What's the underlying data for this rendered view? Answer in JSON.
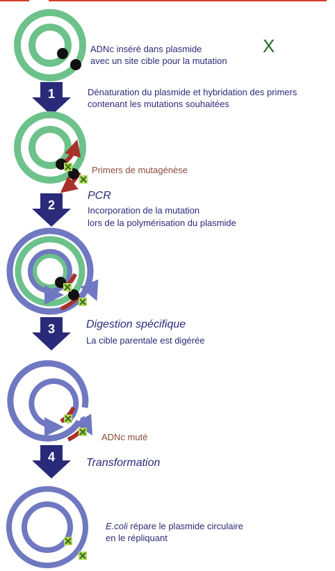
{
  "header_fragment": "...",
  "marker_big_x": "X",
  "steps": [
    {
      "number": "1",
      "title": "",
      "lines": [
        "Dénaturation du plasmide et hybridation des primers",
        "contenant les mutations souhaitées"
      ]
    },
    {
      "number": "2",
      "title": "PCR",
      "lines": [
        "Incorporation de la mutation",
        "lors  de la polymérisation du plasmide"
      ]
    },
    {
      "number": "3",
      "title": "Digestion spécifique",
      "lines": [
        "La cible parentale est digérée"
      ]
    },
    {
      "number": "4",
      "title": "Transformation",
      "lines": []
    }
  ],
  "captions": {
    "initial_line1": "ADNc  inséré  dans plasmide",
    "initial_line2": "avec un site cible pour la mutation",
    "primers": "Primers de mutagénèse",
    "mutated": "ADNc muté",
    "ecoli_italic": "E.coli",
    "ecoli_rest": " répare le plasmide circulaire",
    "ecoli_line2": "en le répliquant"
  },
  "colors": {
    "green_plasmid": "#6cc28a",
    "blue_plasmid": "#6f78c0",
    "primer_red": "#a8322b",
    "arrow_navy": "#2a2a7a",
    "mutation_x_fill": "#b8d85a",
    "mutation_x_stroke": "#2f6b1f",
    "black_dot": "#111111",
    "title_red": "#d43a2a"
  }
}
